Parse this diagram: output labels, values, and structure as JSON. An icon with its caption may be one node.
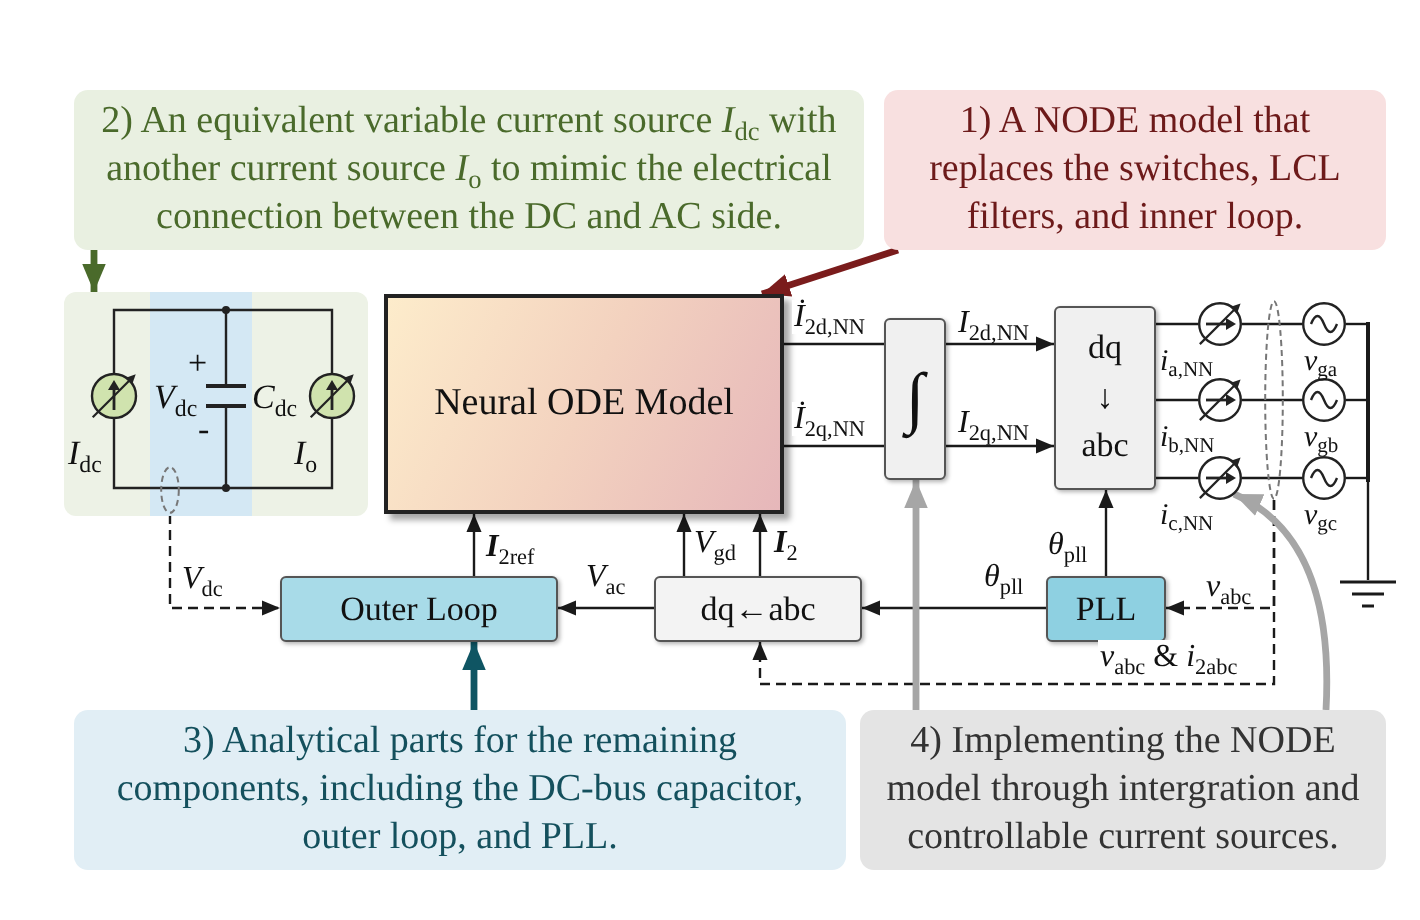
{
  "diagram": {
    "nodes": [
      {
        "text": [
          "2) An equivalent variable current source *I*$_{dc}$ with another current source *I*$_{o}$ to mimic the electrical connection between the DC and AC side."
        ]
      },
      {
        "text": [
          "1) A NODE model that replaces the switches, LCL filters, and inner loop."
        ]
      },
      {
        "text": [],
        "shape": "box"
      },
      {
        "text": [],
        "shape": "ellipse",
        "in": 2
      },
      {
        "text": [
          "Neural ODE Model"
        ]
      },
      {
        "text": [
          "∫"
        ]
      },
      {
        "text": [
          "dq ↓ abc"
        ]
      },
      {
        "text": [],
        "shape": "circle",
        "beside": [
          "*i*$_{a,NN}$"
        ]
      },
      {
        "text": [],
        "shape": "circle",
        "beside": [
          "*v*$_{ga}$"
        ]
      },
      {
        "text": [],
        "shape": "circle",
        "beside": [
          "*i*$_{b,NN}$"
        ]
      },
      {
        "text": [],
        "shape": "circle",
        "beside": [
          "*v*$_{gb}$"
        ]
      },
      {
        "text": [],
        "shape": "circle",
        "beside": [
          "*i*$_{c,NN}$"
        ]
      },
      {
        "text": [],
        "shape": "circle",
        "beside": [
          "*v*$_{gc}$"
        ]
      },
      {
        "text": [],
        "shape": "ellipse"
      },
      {
        "text": [],
        "shape": "bar"
      },
      {
        "text": [],
        "shape": "ground"
      },
      {
        "text": [
          "Outer Loop"
        ]
      },
      {
        "text": [
          "dq←abc"
        ]
      },
      {
        "text": [
          "PLL"
        ]
      },
      {
        "text": [
          "3) Analytical parts for the remaining components, including the DC-bus capacitor, outer loop, and PLL."
        ]
      },
      {
        "text": [
          "4) Implementing the NODE model through intergration and controllable current sources."
        ]
      }
    ],
    "edges": [
      {
        "from": 0,
        "to": 2,
        "arrow": "to",
        "style": "thick",
        "color": "#4a6a2b"
      },
      {
        "from": 1,
        "to": 4,
        "arrow": "to",
        "style": "thick",
        "color": "#7a1c1c"
      },
      {
        "from": 4,
        "to": 5,
        "arrow": "none",
        "label": "*İ*$_{2d,NN}$"
      },
      {
        "from": 4,
        "to": 5,
        "arrow": "none",
        "label": "*İ*$_{2q,NN}$"
      },
      {
        "from": 5,
        "to": 6,
        "arrow": "to",
        "label": "*I*$_{2d,NN}$"
      },
      {
        "from": 5,
        "to": 6,
        "arrow": "to",
        "label": "*I*$_{2q,NN}$"
      },
      {
        "from": 6,
        "to": 7,
        "arrow": "none"
      },
      {
        "from": 6,
        "to": 9,
        "arrow": "none"
      },
      {
        "from": 6,
        "to": 11,
        "arrow": "none"
      },
      {
        "from": 7,
        "to": 8,
        "arrow": "none"
      },
      {
        "from": 9,
        "to": 10,
        "arrow": "none"
      },
      {
        "from": 11,
        "to": 12,
        "arrow": "none"
      },
      {
        "from": 3,
        "to": 16,
        "arrow": "to",
        "style": "dashed",
        "label": "*V*$_{dc}$"
      },
      {
        "from": 16,
        "to": 4,
        "arrow": "to",
        "label": "**I**$_{2ref}$"
      },
      {
        "from": 17,
        "to": 4,
        "arrow": "to",
        "label": "*V*$_{gd}$"
      },
      {
        "from": 17,
        "to": 4,
        "arrow": "to",
        "label": "**I**$_{2}$"
      },
      {
        "from": 17,
        "to": 16,
        "arrow": "to",
        "label": "*V*$_{ac}$"
      },
      {
        "from": 18,
        "to": 17,
        "arrow": "to",
        "label": "*θ*$_{pll}$"
      },
      {
        "from": 18,
        "to": 6,
        "arrow": "to",
        "label": "*θ*$_{pll}$"
      },
      {
        "from": 13,
        "to": 18,
        "arrow": "to",
        "style": "dashed",
        "label": "*v*$_{abc}$"
      },
      {
        "from": 13,
        "to": 17,
        "arrow": "to",
        "style": "dashed",
        "label": "*v*$_{abc}$ & *i*$_{2abc}$"
      },
      {
        "from": 19,
        "to": 16,
        "arrow": "to",
        "style": "thick",
        "color": "#0f5563"
      },
      {
        "from": 20,
        "to": 5,
        "arrow": "to",
        "style": "thick",
        "color": "#a6a6a6"
      },
      {
        "from": 20,
        "to": 11,
        "arrow": "to",
        "style": "thick",
        "color": "#a6a6a6"
      },
      {
        "from": 8,
        "to": 14,
        "arrow": "none"
      },
      {
        "from": 10,
        "to": 14,
        "arrow": "none"
      },
      {
        "from": 12,
        "to": 14,
        "arrow": "none"
      },
      {
        "from": 14,
        "to": 15,
        "arrow": "none"
      }
    ],
    "labels": [
      "+",
      "*V*$_{dc}$",
      "*C*$_{dc}$",
      "-",
      "*I*$_{dc}$",
      "*I*$_{o}$"
    ]
  }
}
